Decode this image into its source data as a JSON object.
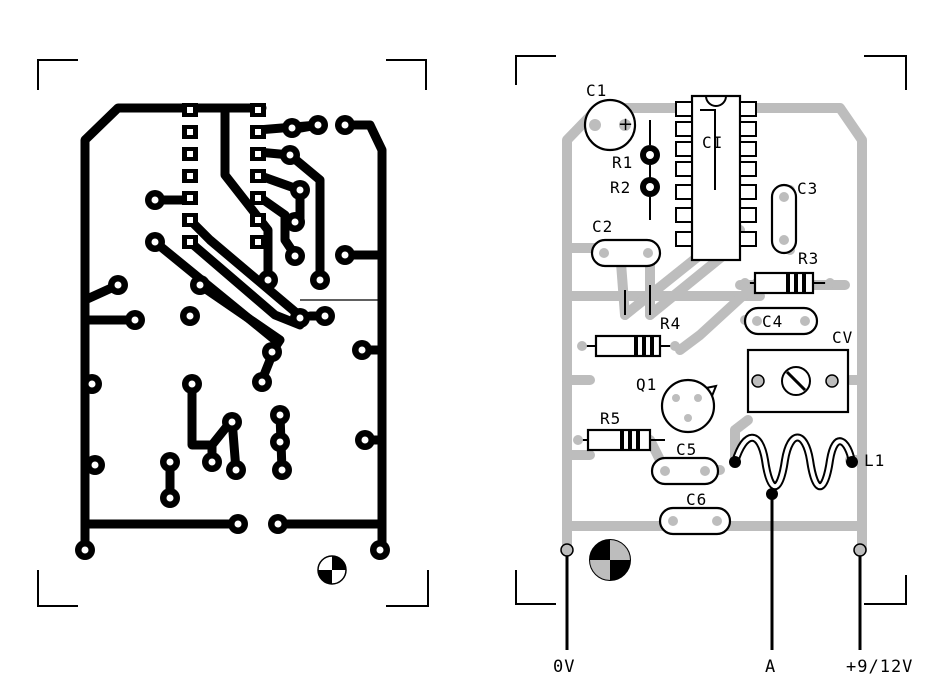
{
  "colors": {
    "copper": "#000000",
    "copper_ghost": "#bdbdbd",
    "background": "#ffffff",
    "outline": "#000000"
  },
  "components": {
    "c1": "C1",
    "r1": "R1",
    "ci": "CI",
    "r2": "R2",
    "c3": "C3",
    "c2": "C2",
    "r3": "R3",
    "r4": "R4",
    "c4": "C4",
    "cv": "CV",
    "q1": "Q1",
    "r5": "R5",
    "c5": "C5",
    "l1": "L1",
    "c6": "C6"
  },
  "terminals": {
    "ground": "0V",
    "output": "A",
    "supply": "+9/12V"
  }
}
